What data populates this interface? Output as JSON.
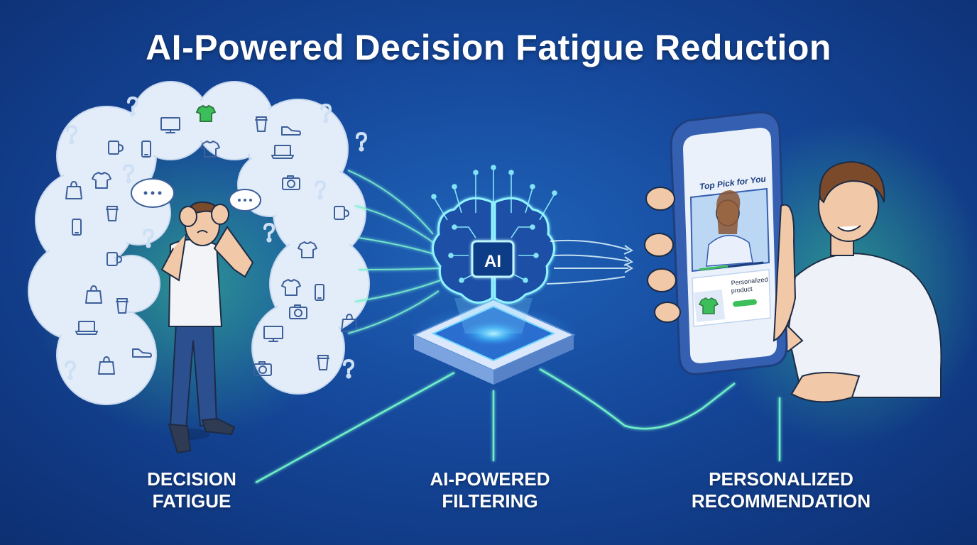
{
  "title": "AI-Powered Decision Fatigue Reduction",
  "stages": [
    {
      "label_line1": "DECISION",
      "label_line2": "FATIGUE"
    },
    {
      "label_line1": "AI-POWERED",
      "label_line2": "FILTERING"
    },
    {
      "label_line1": "PERSONALIZED",
      "label_line2": "RECOMMENDATION"
    }
  ],
  "chip": {
    "label": "AI"
  },
  "phone": {
    "header": "Top Pick for You",
    "product_caption_line1": "Personalized",
    "product_caption_line2": "product"
  },
  "colors": {
    "background": "#15479a",
    "glow_line": "#6ff0c8",
    "bubble": "#e4eefa",
    "icon": "#3d5f9a",
    "shirt_green": "#3cbf5a"
  },
  "icons": [
    "question-mark-icon",
    "tshirt-icon",
    "mug-icon",
    "phone-icon",
    "monitor-icon",
    "guitar-icon",
    "shorts-icon",
    "laptop-icon",
    "shopping-bag-icon",
    "sneaker-icon",
    "camera-icon",
    "headphones-icon",
    "cupcake-icon",
    "trophy-icon",
    "washing-machine-icon",
    "film-clapper-icon",
    "magnifier-icon",
    "speech-bubble-icon"
  ]
}
